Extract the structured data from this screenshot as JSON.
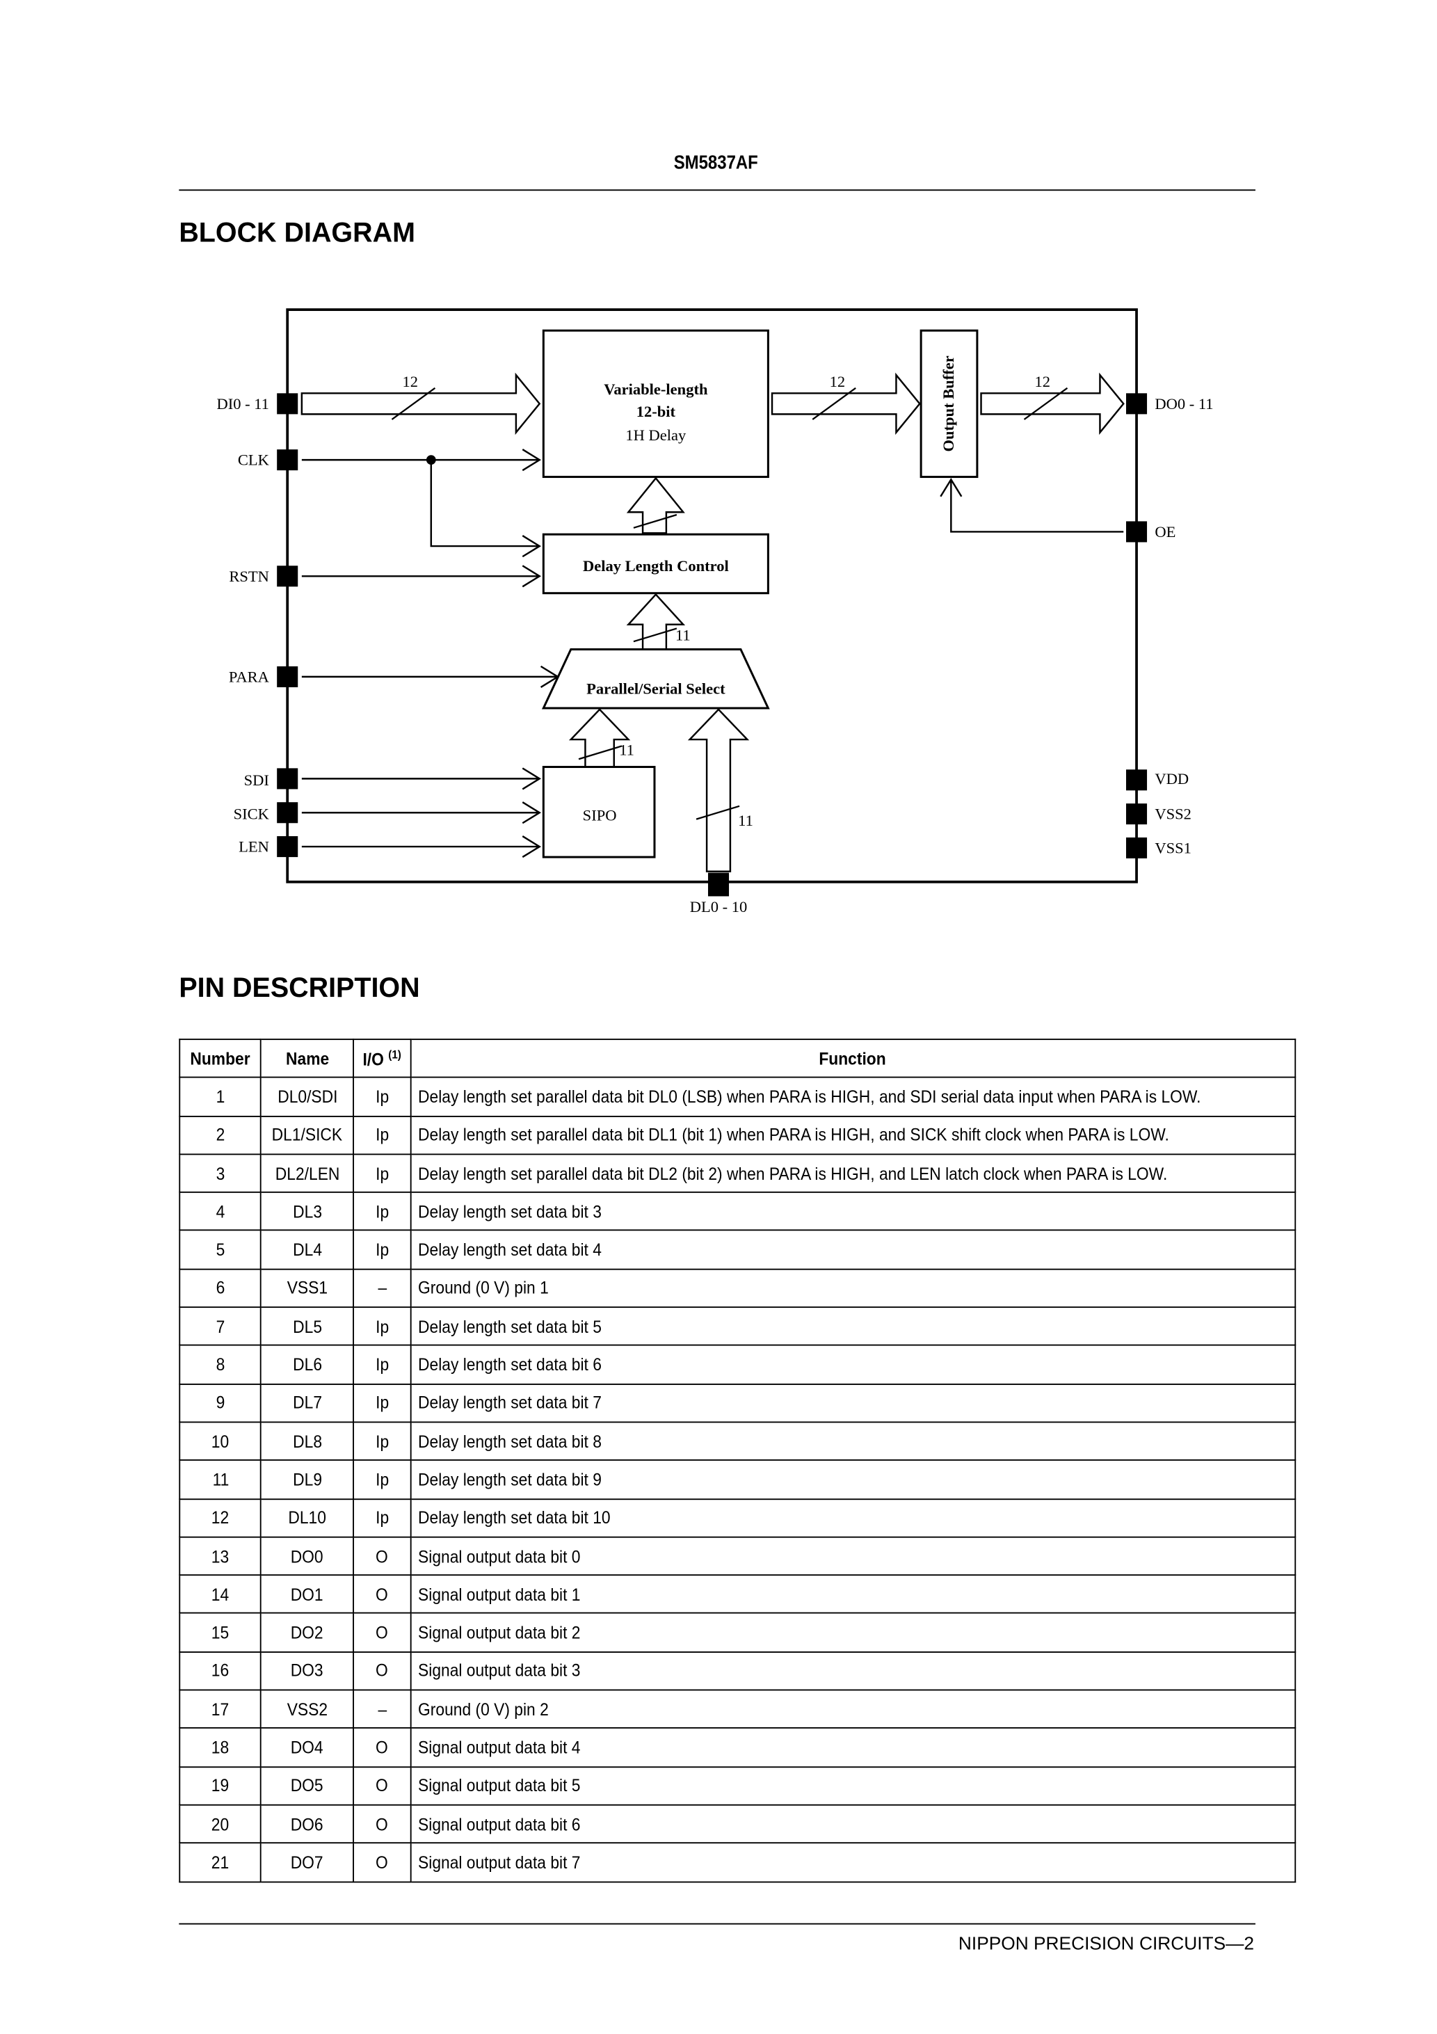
{
  "header": {
    "title": "SM5837AF"
  },
  "block_diagram": {
    "title": "BLOCK DIAGRAM",
    "blocks": {
      "delay": [
        "Variable-length",
        "12-bit",
        "1H  Delay"
      ],
      "output_buffer": "Output Buffer",
      "delay_control": "Delay Length Control",
      "select": "Parallel/Serial Select",
      "sipo": "SIPO"
    },
    "left_pins": [
      "DI0 - 11",
      "CLK",
      "RSTN",
      "PARA",
      "SDI",
      "SICK",
      "LEN"
    ],
    "right_pins": [
      "DO0 - 11",
      "OE",
      "VDD",
      "VSS2",
      "VSS1"
    ],
    "bottom_pin": "DL0 - 10",
    "bus_widths": {
      "di": "12",
      "mid": "12",
      "do": "12",
      "dlc": "11",
      "sipo": "11",
      "dl": "11"
    }
  },
  "pin_description": {
    "title": "PIN DESCRIPTION",
    "columns": [
      "Number",
      "Name",
      "I/O",
      "Function"
    ],
    "io_footnote": "(1)",
    "rows": [
      [
        "1",
        "DL0/SDI",
        "Ip",
        "Delay length set parallel data bit DL0 (LSB) when PARA is HIGH, and SDI serial data input when PARA is LOW."
      ],
      [
        "2",
        "DL1/SICK",
        "Ip",
        "Delay length set parallel data bit DL1 (bit 1) when PARA is HIGH, and SICK shift clock when PARA is LOW."
      ],
      [
        "3",
        "DL2/LEN",
        "Ip",
        "Delay length set parallel data bit DL2 (bit 2) when PARA is HIGH, and LEN latch clock when PARA is LOW."
      ],
      [
        "4",
        "DL3",
        "Ip",
        "Delay length set data bit 3"
      ],
      [
        "5",
        "DL4",
        "Ip",
        "Delay length set data bit 4"
      ],
      [
        "6",
        "VSS1",
        "–",
        "Ground (0 V) pin 1"
      ],
      [
        "7",
        "DL5",
        "Ip",
        "Delay length set data bit 5"
      ],
      [
        "8",
        "DL6",
        "Ip",
        "Delay length set data bit 6"
      ],
      [
        "9",
        "DL7",
        "Ip",
        "Delay length set data bit 7"
      ],
      [
        "10",
        "DL8",
        "Ip",
        "Delay length set data bit 8"
      ],
      [
        "11",
        "DL9",
        "Ip",
        "Delay length set data bit 9"
      ],
      [
        "12",
        "DL10",
        "Ip",
        "Delay length set data bit 10"
      ],
      [
        "13",
        "DO0",
        "O",
        "Signal output data bit 0"
      ],
      [
        "14",
        "DO1",
        "O",
        "Signal output data bit 1"
      ],
      [
        "15",
        "DO2",
        "O",
        "Signal output data bit 2"
      ],
      [
        "16",
        "DO3",
        "O",
        "Signal output data bit 3"
      ],
      [
        "17",
        "VSS2",
        "–",
        "Ground (0 V) pin 2"
      ],
      [
        "18",
        "DO4",
        "O",
        "Signal output data bit 4"
      ],
      [
        "19",
        "DO5",
        "O",
        "Signal output data bit 5"
      ],
      [
        "20",
        "DO6",
        "O",
        "Signal output data bit 6"
      ],
      [
        "21",
        "DO7",
        "O",
        "Signal output data bit 7"
      ]
    ]
  },
  "footer": {
    "text": "NIPPON PRECISION CIRCUITS—2"
  }
}
